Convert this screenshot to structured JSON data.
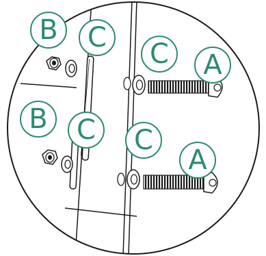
{
  "labels": {
    "b_top": "B",
    "c_top_left": "C",
    "c_top_right": "C",
    "a_top": "A",
    "b_bottom": "B",
    "c_bottom_left": "C",
    "c_bottom_right": "C",
    "a_bottom": "A"
  },
  "colors": {
    "label": "#2b8a72",
    "line": "#1a1a1a",
    "background": "#ffffff"
  }
}
